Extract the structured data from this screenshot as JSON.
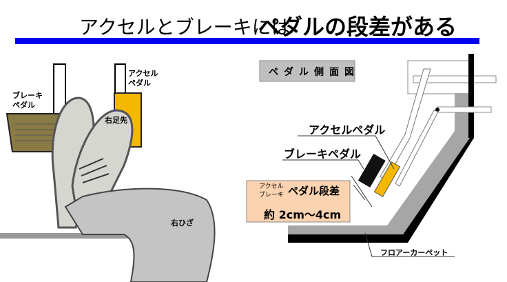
{
  "title": {
    "normal": "アクセルとブレーキには",
    "bold": "ペダルの段差がある"
  },
  "left_figure": {
    "brake_label_1": "ブレーキ",
    "brake_label_2": "ペダル",
    "accel_label_1": "アクセル",
    "accel_label_2": "ペダル",
    "toe_label": "右足先",
    "knee_label": "右ひざ"
  },
  "right_figure": {
    "title": "ペダル側面図",
    "accel_label": "アクセルペダル",
    "brake_label": "ブレーキペダル",
    "box_small_1": "アクセル",
    "box_small_2": "ブレーキ",
    "box_title": "ペダル段差",
    "box_value": "約 2cm〜4cm",
    "carpet_label": "フロアーカーペット"
  },
  "colors": {
    "blue_bar": "#0000ee",
    "accel": "#f5b800",
    "brake": "#8a7a45",
    "box": "#fbd3b0",
    "carpet": "#a6a6a6"
  }
}
